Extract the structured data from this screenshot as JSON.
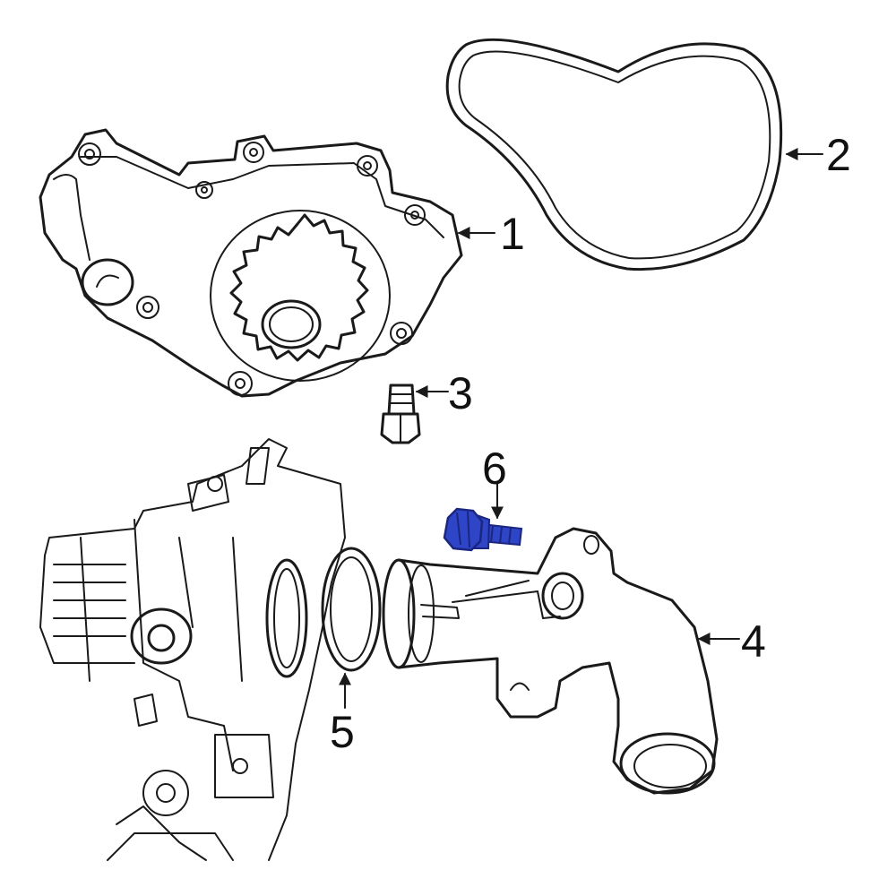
{
  "diagram": {
    "callouts": [
      {
        "id": "1",
        "text": "1"
      },
      {
        "id": "2",
        "text": "2"
      },
      {
        "id": "3",
        "text": "3"
      },
      {
        "id": "4",
        "text": "4"
      },
      {
        "id": "5",
        "text": "5"
      },
      {
        "id": "6",
        "text": "6"
      }
    ],
    "parts": [
      {
        "callout": "1",
        "name": "water-pump"
      },
      {
        "callout": "2",
        "name": "water-pump-gasket"
      },
      {
        "callout": "3",
        "name": "pump-mounting-bolt"
      },
      {
        "callout": "4",
        "name": "water-inlet-tube"
      },
      {
        "callout": "5",
        "name": "o-ring-seal"
      },
      {
        "callout": "6",
        "name": "inlet-tube-bolt"
      }
    ]
  },
  "colors": {
    "line": "#1a1a1a",
    "highlight": "#2f45c8",
    "highlight_dark": "#1a2680",
    "background": "#ffffff"
  }
}
